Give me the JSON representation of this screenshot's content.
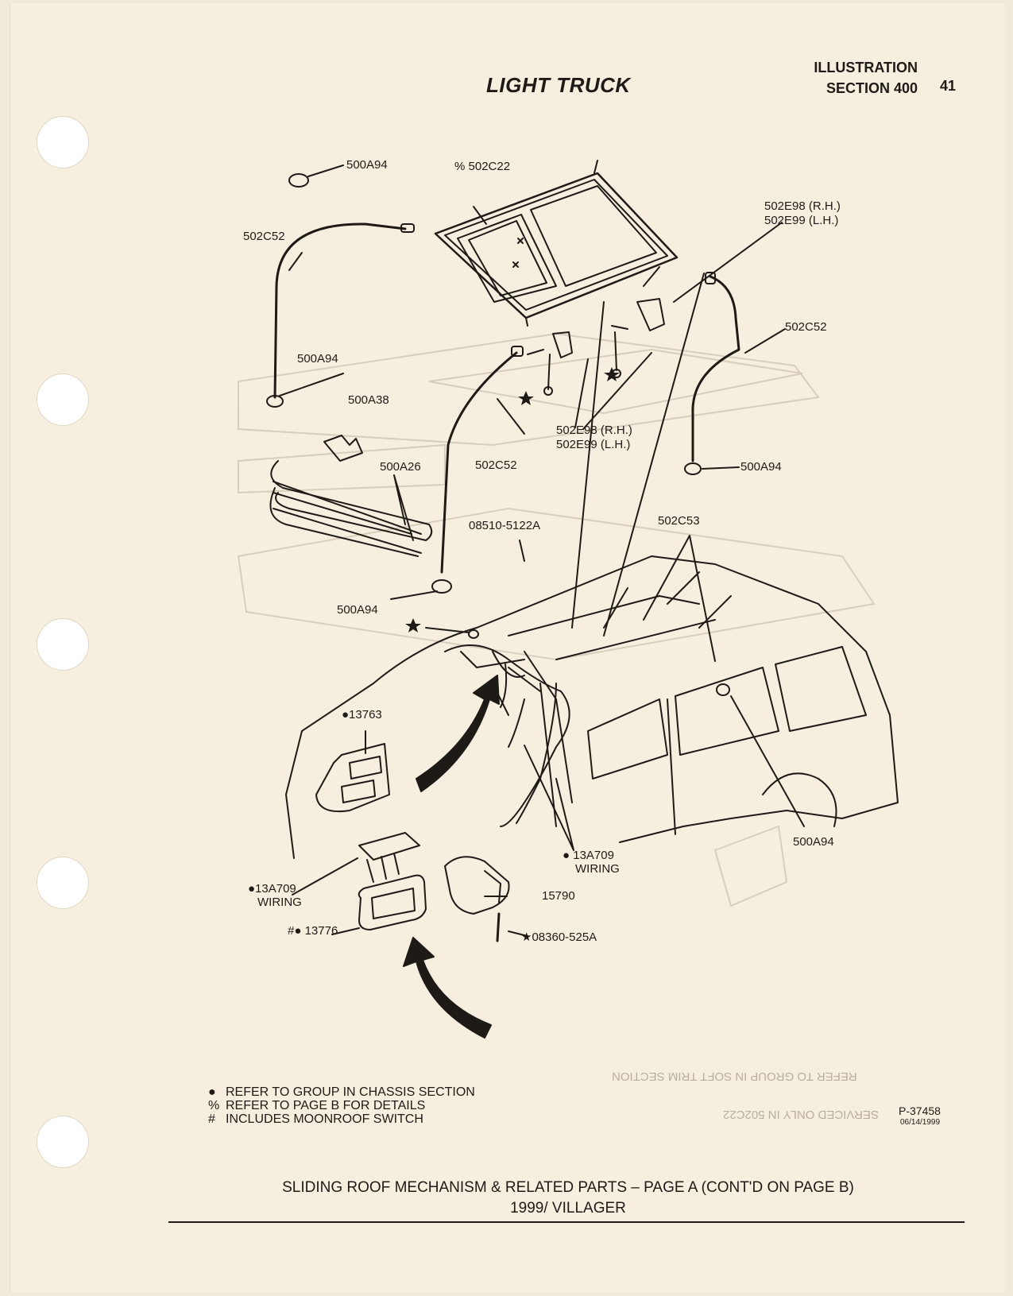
{
  "header": {
    "title": "LIGHT TRUCK",
    "illustration": "ILLUSTRATION",
    "section": "SECTION 400",
    "page_number": "41"
  },
  "labels": {
    "l500A94_top": "500A94",
    "l502C22": "% 502C22",
    "l502E98_rh_top": "502E98 (R.H.)",
    "l502E99_lh_top": "502E99 (L.H.)",
    "l502C52_left": "502C52",
    "l502C52_right": "502C52",
    "l500A94_left": "500A94",
    "l500A38": "500A38",
    "l500A26": "500A26",
    "l502C52_mid": "502C52",
    "l502E98_rh_mid": "502E98 (R.H.)",
    "l502E99_lh_mid": "502E99 (L.H.)",
    "l500A94_right": "500A94",
    "l08510": "08510-5122A",
    "l502C53": "502C53",
    "l500A94_lower": "500A94",
    "l13763": "●13763",
    "l13A709_right_a": "● 13A709",
    "l13A709_right_b": "WIRING",
    "l500A94_car": "500A94",
    "l13A709_left_a": "●13A709",
    "l13A709_left_b": "WIRING",
    "l15790": "15790",
    "l13776": "#● 13776",
    "l08360": "★08360-525A"
  },
  "legend": {
    "items": [
      {
        "symbol": "●",
        "text": "REFER TO GROUP IN CHASSIS SECTION"
      },
      {
        "symbol": "%",
        "text": "REFER TO PAGE B FOR DETAILS"
      },
      {
        "symbol": "#",
        "text": "INCLUDES MOONROOF SWITCH"
      }
    ]
  },
  "part_number": "P-37458",
  "part_date": "06/14/1999",
  "caption": {
    "line1": "SLIDING ROOF MECHANISM & RELATED PARTS – PAGE A (CONT'D ON PAGE B)",
    "line2": "1999/ VILLAGER"
  },
  "colors": {
    "paper": "#f6efdf",
    "ink": "#1e1a16",
    "ghost": "#b8aea0"
  }
}
